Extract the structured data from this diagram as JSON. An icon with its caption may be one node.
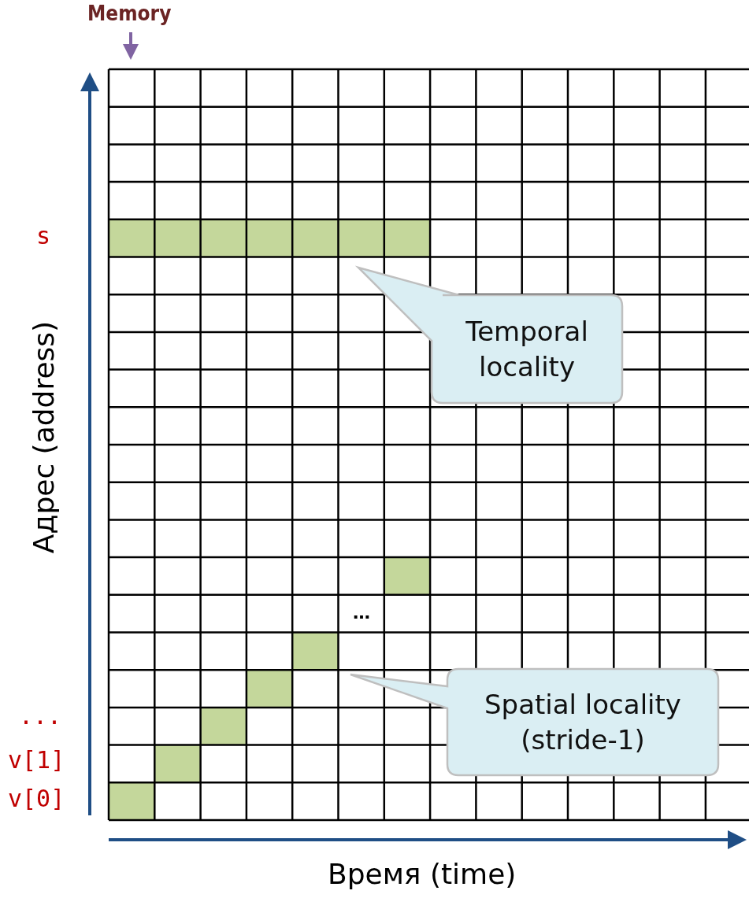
{
  "diagram": {
    "nodes": [
      {
        "text": [
          "Temporal locality"
        ]
      },
      {
        "text": [
          "Spatial locality (stride-1)"
        ]
      }
    ],
    "edges": [],
    "labels": [
      "Memory",
      "s",
      "Адрес (address)",
      "…",
      "...",
      "v[1]",
      "v[0]",
      "Время (time)"
    ]
  }
}
